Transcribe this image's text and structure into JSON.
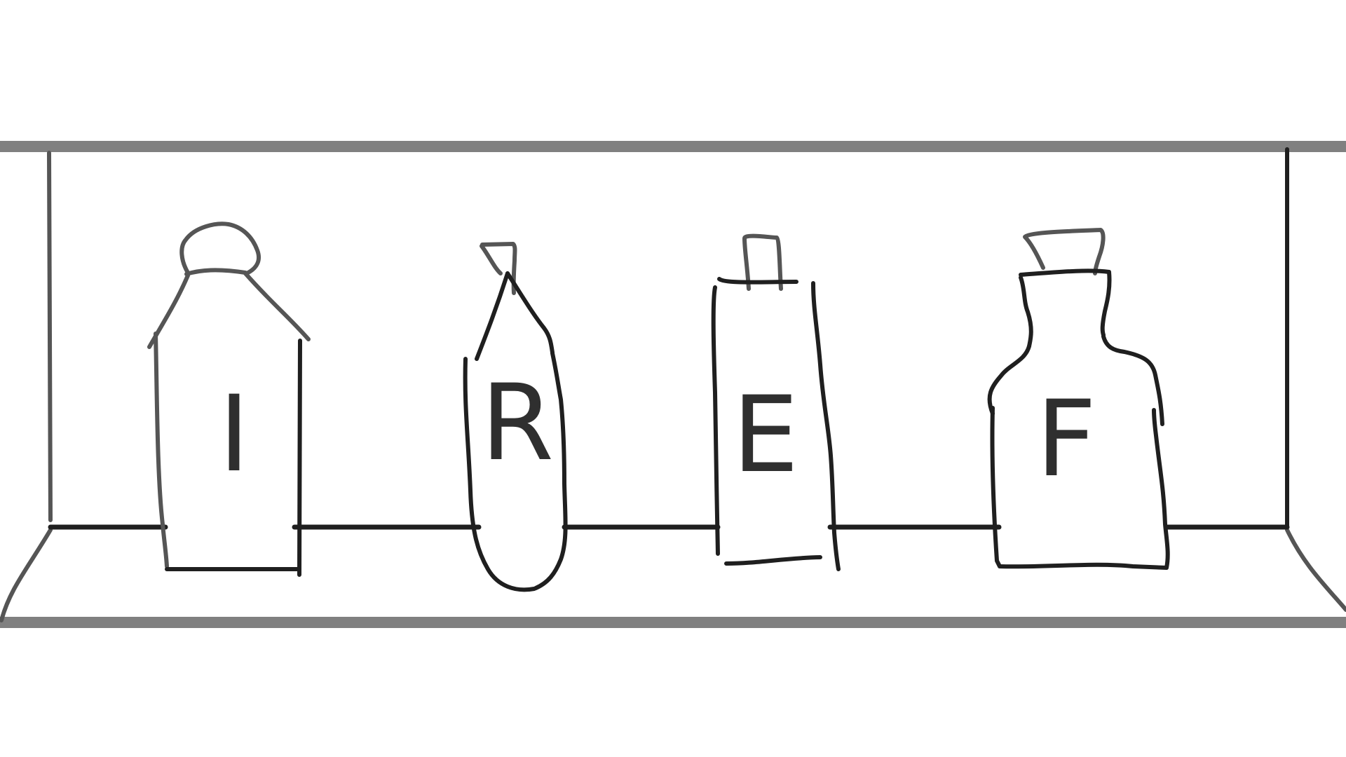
{
  "sketch": {
    "letters": [
      "I",
      "R",
      "E",
      "F"
    ]
  },
  "colors": {
    "shelf_board": "#808080",
    "ink_dark": "#1f1f1f",
    "ink_soft": "#555555",
    "background": "#ffffff"
  }
}
